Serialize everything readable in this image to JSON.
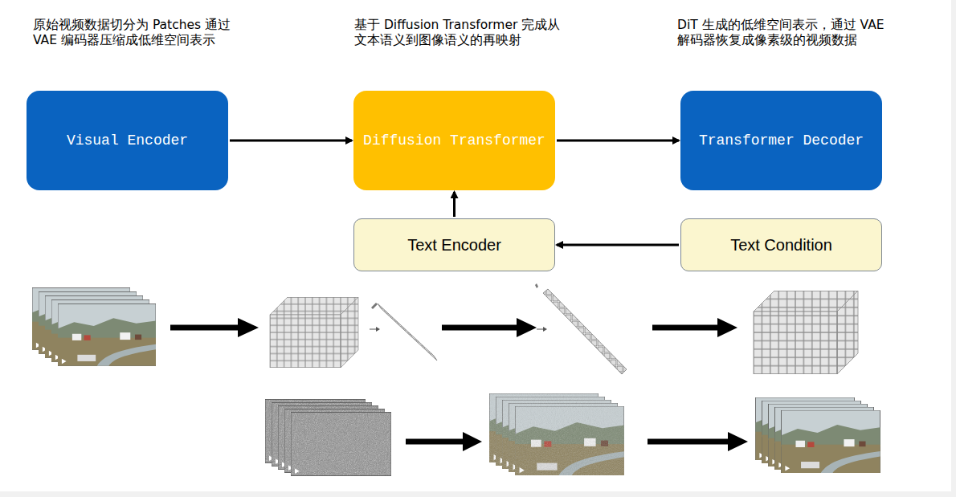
{
  "diagram": {
    "nodes": [
      {
        "text": [
          "Visual Encoder"
        ]
      },
      {
        "text": [
          "Diffusion Transformer"
        ]
      },
      {
        "text": [
          "Transformer Decoder"
        ]
      },
      {
        "text": [
          "Text Encoder"
        ]
      },
      {
        "text": [
          "Text Condition"
        ]
      }
    ],
    "edges": [
      {
        "from": 0,
        "to": 1,
        "arrow": "to"
      },
      {
        "from": 1,
        "to": 2,
        "arrow": "to"
      },
      {
        "from": 3,
        "to": 1,
        "arrow": "to"
      },
      {
        "from": 4,
        "to": 3,
        "arrow": "to"
      }
    ],
    "labels": [
      "原始视频数据切分为 Patches 通过 VAE 编码器压缩成低维空间表示",
      "基于 Diffusion Transformer 完成从文本语义到图像语义的再映射",
      "DiT 生成的低维空间表示，通过 VAE 解码器恢复成像素级的视频数据"
    ]
  }
}
